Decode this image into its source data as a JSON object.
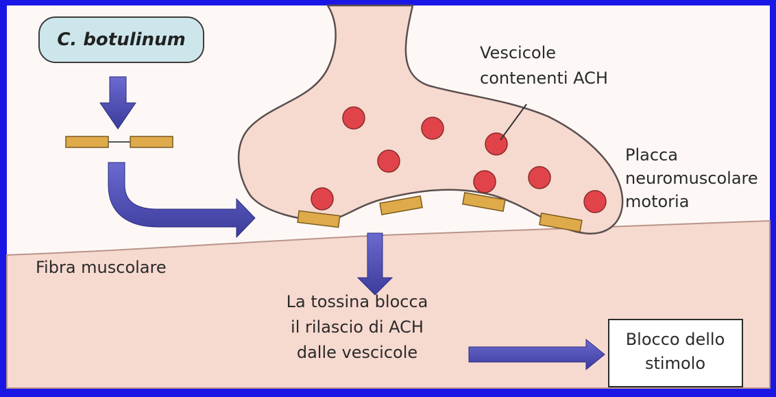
{
  "labels": {
    "bacterium": "C. botulinum",
    "vesicles_line1": "Vescicole",
    "vesicles_line2": "contenenti ACH",
    "plate_line1": "Placca",
    "plate_line2": "neuromuscolare",
    "plate_line3": "motoria",
    "fiber": "Fibra muscolare",
    "toxin_line1": "La tossina blocca",
    "toxin_line2": "il rilascio di ACH",
    "toxin_line3": "dalle vescicole",
    "block_line1": "Blocco dello",
    "block_line2": "stimolo"
  },
  "colors": {
    "frame": "#1a17e6",
    "background": "#fdf8f5",
    "tissue": "#f6d9cf",
    "vesicle": "#e0444a",
    "toxin": "#dfaa4a",
    "arrow": "#4f4fb0",
    "bacterium_box": "#cde6ec"
  }
}
